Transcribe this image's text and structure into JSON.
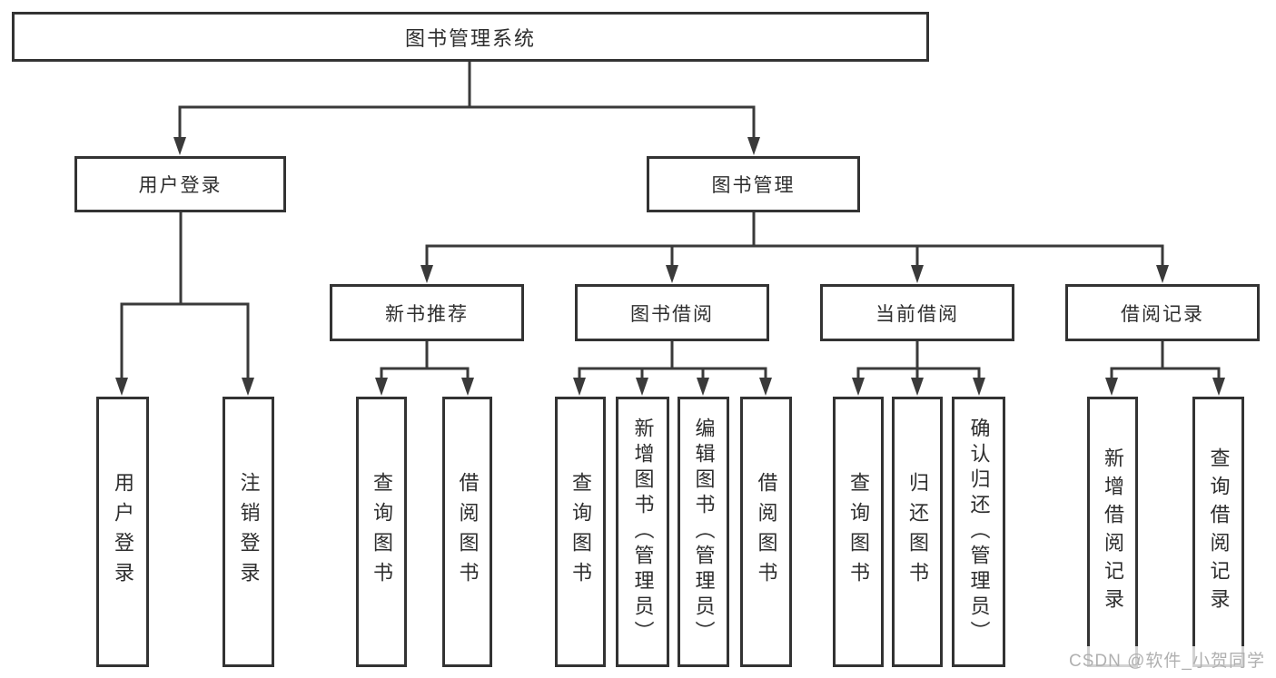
{
  "colors": {
    "line": "#3a3a3a",
    "box_border": "#333333",
    "text": "#2e2e2e",
    "watermark": "#b0b0b0"
  },
  "nodes": {
    "root": "图书管理系统",
    "user_login": "用户登录",
    "book_management": "图书管理",
    "new_book_recommend": "新书推荐",
    "book_borrow": "图书借阅",
    "current_borrow": "当前借阅",
    "borrow_records": "借阅记录",
    "leaf_user_login": "用户登录",
    "leaf_logout": "注销登录",
    "leaf_query_book_recommend": "查询图书",
    "leaf_borrow_book_recommend": "借阅图书",
    "leaf_query_book_borrow": "查询图书",
    "leaf_add_book_admin": "新增图书（管理员）",
    "leaf_edit_book_admin": "编辑图书（管理员）",
    "leaf_borrow_book_borrow": "借阅图书",
    "leaf_query_book_current": "查询图书",
    "leaf_return_book": "归还图书",
    "leaf_confirm_return_admin": "确认归还（管理员）",
    "leaf_add_borrow_record": "新增借阅记录",
    "leaf_query_borrow_record": "查询借阅记录"
  },
  "watermark": "CSDN @软件_小贺同学"
}
